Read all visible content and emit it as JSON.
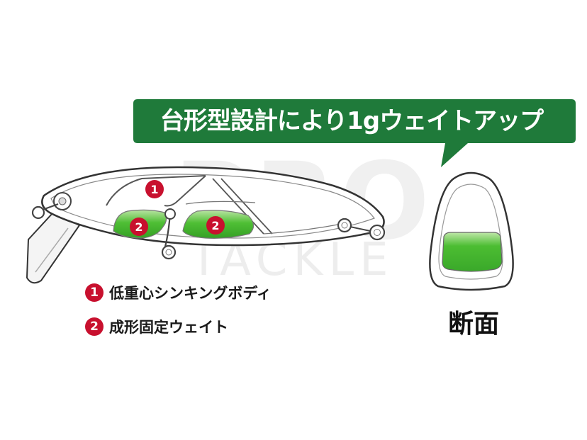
{
  "banner": {
    "text": "台形型設計により1gウェイトアップ",
    "color": "#1f7a3a"
  },
  "legend": [
    {
      "num": "1",
      "label": "低重心シンキングボディ"
    },
    {
      "num": "2",
      "label": "成形固定ウェイト"
    }
  ],
  "lure_markers": [
    "1",
    "2",
    "2"
  ],
  "cross_section": {
    "label": "断面"
  },
  "watermark": {
    "main": "PRO",
    "sub": "TACKLE"
  },
  "colors": {
    "accent_red": "#c8102e",
    "weight_green": "#3fae2a",
    "banner_green": "#1f7a3a"
  }
}
